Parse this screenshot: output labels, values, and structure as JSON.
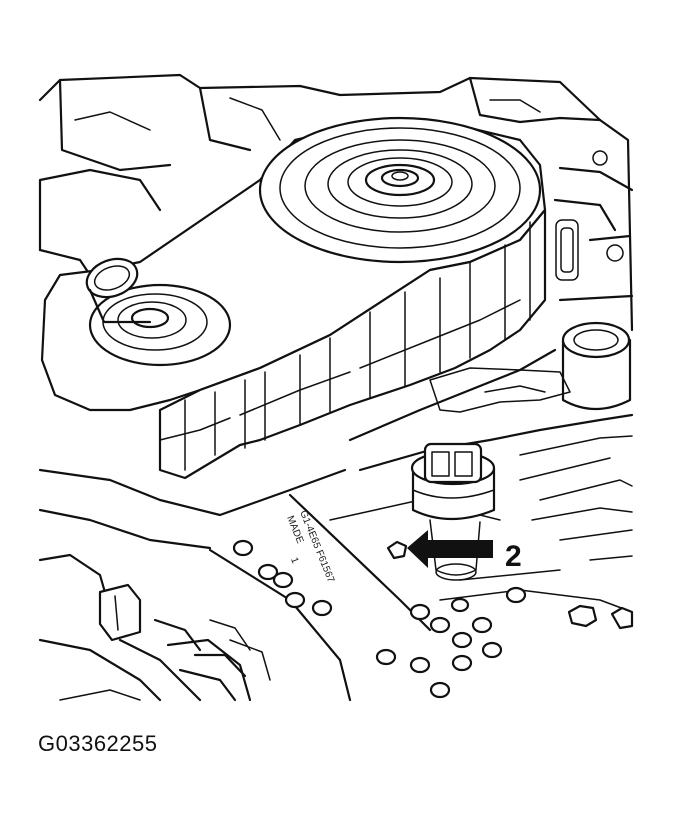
{
  "figure": {
    "code": "G03362255",
    "callout": "2",
    "stamp_lines": [
      "G1-4E65 F61567",
      "MADE",
      "1"
    ]
  }
}
